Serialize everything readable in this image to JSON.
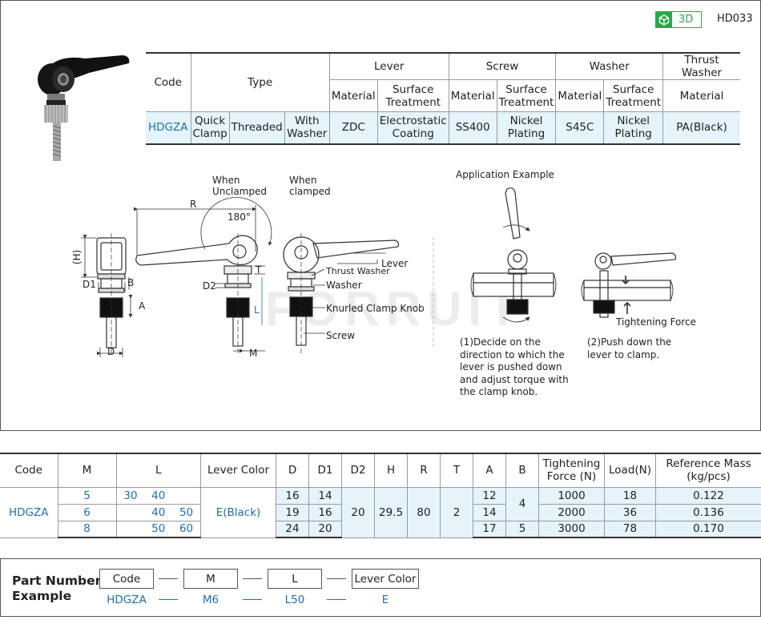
{
  "header": {
    "badge_3d": "3D",
    "product_code": "HD033"
  },
  "spec_table": {
    "groups": {
      "lever": "Lever",
      "screw": "Screw",
      "washer": "Washer",
      "thrust_washer": "Thrust Washer"
    },
    "cols": {
      "code": "Code",
      "type": "Type",
      "material": "Material",
      "surface_treatment": "Surface Treatment"
    },
    "row": {
      "code": "HDGZA",
      "type1": "Quick Clamp",
      "type2": "Threaded",
      "type3": "With Washer",
      "lever_material": "ZDC",
      "lever_surface": "Electrostatic Coating",
      "screw_material": "SS400",
      "screw_surface": "Nickel Plating",
      "washer_material": "S45C",
      "washer_surface": "Nickel Plating",
      "thrust_material": "PA(Black)"
    }
  },
  "drawing": {
    "when_unclamped": "When Unclamped",
    "when_clamped": "When clamped",
    "angle": "180°",
    "dims": {
      "R": "R",
      "H": "(H)",
      "D1": "D1",
      "D2": "D2",
      "B": "B",
      "A": "A",
      "D": "D",
      "T": "T",
      "L": "L",
      "M": "M"
    },
    "parts": {
      "lever": "Lever",
      "thrust_washer": "Thrust Washer",
      "washer": "Washer",
      "knurled_knob": "Knurled Clamp Knob",
      "screw": "Screw"
    },
    "watermark": "FORRUIT",
    "application_title": "Application Example",
    "tightening_force": "Tightening Force",
    "note1": "(1)Decide on the direction to which the lever is pushed down and adjust torque with the clamp knob.",
    "note2": "(2)Push down the lever to clamp."
  },
  "dim_table": {
    "headers": {
      "code": "Code",
      "m": "M",
      "l": "L",
      "lever_color": "Lever Color",
      "d": "D",
      "d1": "D1",
      "d2": "D2",
      "h": "H",
      "r": "R",
      "t": "T",
      "a": "A",
      "b": "B",
      "tightening_force": "Tightening Force (N)",
      "load": "Load(N)",
      "mass": "Reference Mass (kg/pcs)"
    },
    "code": "HDGZA",
    "lever_color": "E(Black)",
    "shared": {
      "d2": "20",
      "h": "29.5",
      "r": "80",
      "t": "2"
    },
    "rows": [
      {
        "m": "5",
        "l1": "30",
        "l2": "40",
        "l3": "",
        "d": "16",
        "d1": "14",
        "a": "12",
        "b": "4",
        "force": "1000",
        "load": "18",
        "mass": "0.122"
      },
      {
        "m": "6",
        "l1": "",
        "l2": "40",
        "l3": "50",
        "d": "19",
        "d1": "16",
        "a": "14",
        "b": "",
        "force": "2000",
        "load": "36",
        "mass": "0.136"
      },
      {
        "m": "8",
        "l1": "",
        "l2": "50",
        "l3": "60",
        "d": "24",
        "d1": "20",
        "a": "17",
        "b": "5",
        "force": "3000",
        "load": "78",
        "mass": "0.170"
      }
    ]
  },
  "part_number": {
    "title_line1": "Part Number",
    "title_line2": "Example",
    "labels": [
      "Code",
      "M",
      "L",
      "Lever Color"
    ],
    "values": [
      "HDGZA",
      "M6",
      "L50",
      "E"
    ]
  }
}
